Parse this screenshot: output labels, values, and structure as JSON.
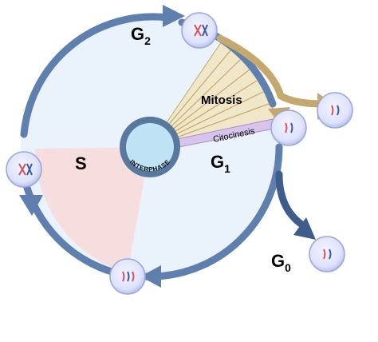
{
  "diagram": {
    "center_label": "INTERPHASE",
    "phases": {
      "s": "S",
      "g1": {
        "main": "G",
        "sub": "1"
      },
      "g2": {
        "main": "G",
        "sub": "2"
      },
      "g0": {
        "main": "G",
        "sub": "0"
      },
      "mitosis": "Mitosis",
      "cytokinesis": "Citocinesis"
    },
    "colors": {
      "ring_arrow": "#5f7fae",
      "ring_arrow_dark": "#3e5d8c",
      "cycle_fill": "#eaf3fb",
      "s_sector": "#f6dede",
      "mitosis_fan": "#f0e6c8",
      "mitosis_stroke": "#c4a86e",
      "cytokinesis_band": "#d6c4ea",
      "nucleus_fill": "#bfe2f5",
      "nucleus_ring": "#58789e",
      "cell_fill": "#dfe3fb",
      "cell_border": "#9aa7dc",
      "chromosome_red": "#d8505a",
      "chromosome_blue": "#3a59a6"
    }
  }
}
